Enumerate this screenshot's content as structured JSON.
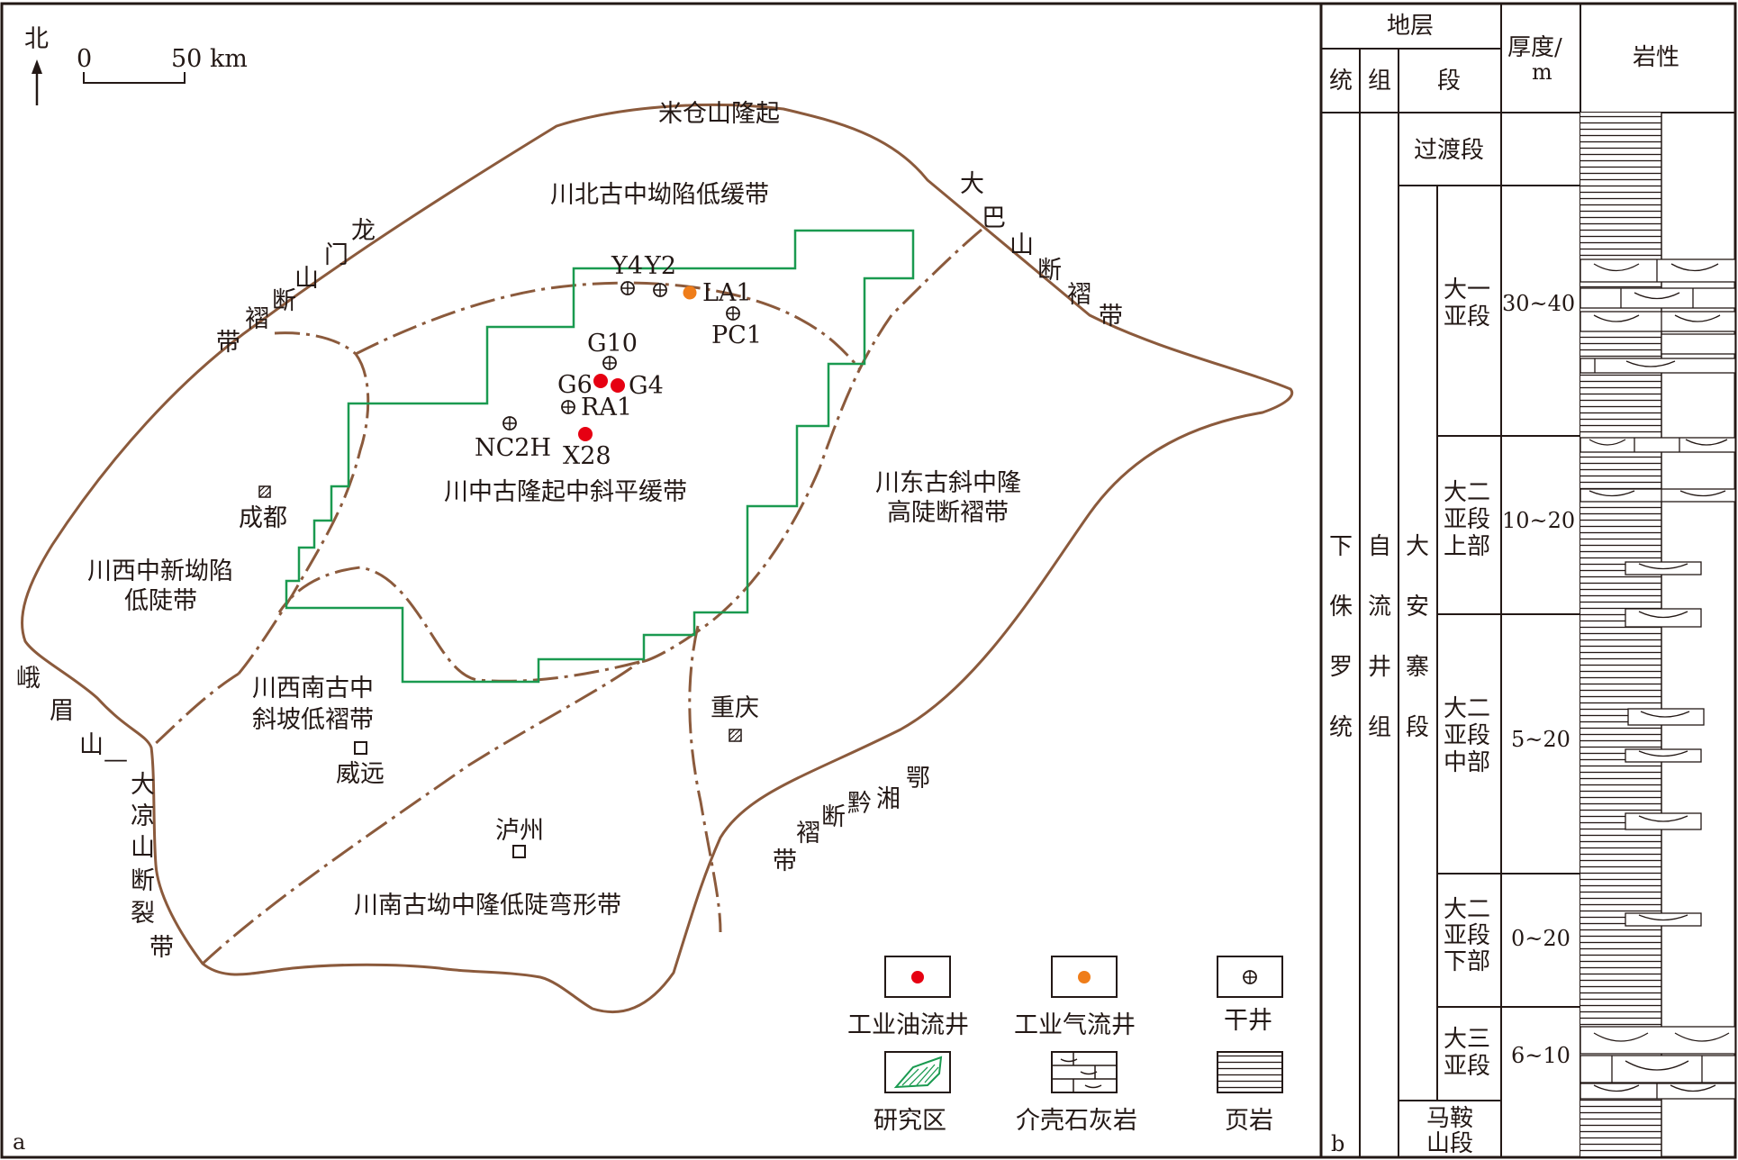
{
  "map": {
    "panel_letter": "a",
    "north_label": "北",
    "scale": {
      "zero": "0",
      "max": "50 km"
    },
    "regions": {
      "micangshan": "米仓山隆起",
      "chuanbei": "川北古中坳陷低缓带",
      "chuanzhong": "川中古隆起中斜平缓带",
      "chuandong_1": "川东古斜中隆",
      "chuandong_2": "高陡断褶带",
      "chuanxi_1": "川西中新坳陷",
      "chuanxi_2": "低陡带",
      "chuanxinan_1": "川西南古中",
      "chuanxinan_2": "斜坡低褶带",
      "chuannan": "川南古坳中隆低陡弯形带"
    },
    "belts": {
      "longmenshan": [
        "龙",
        "门",
        "山",
        "断",
        "褶",
        "带"
      ],
      "dabashan": [
        "大",
        "巴",
        "山",
        "断",
        "褶",
        "带"
      ],
      "emeishan": [
        "峨",
        "眉",
        "山",
        "—",
        "大",
        "凉",
        "山",
        "断",
        "裂",
        "带"
      ],
      "exiangqian": [
        "鄂",
        "湘",
        "黔",
        "断",
        "褶",
        "带"
      ]
    },
    "cities": {
      "chengdu": "成都",
      "chongqing": "重庆",
      "weiyuan": "威远",
      "luzhou": "泸州"
    },
    "wells": [
      {
        "name": "Y4",
        "type": "dry"
      },
      {
        "name": "Y2",
        "type": "dry"
      },
      {
        "name": "LA1",
        "type": "gas"
      },
      {
        "name": "PC1",
        "type": "dry"
      },
      {
        "name": "G10",
        "type": "dry"
      },
      {
        "name": "G6",
        "type": "oil"
      },
      {
        "name": "G4",
        "type": "oil"
      },
      {
        "name": "RA1",
        "type": "dry"
      },
      {
        "name": "NC2H",
        "type": "dry"
      },
      {
        "name": "X28",
        "type": "oil"
      }
    ],
    "legend": {
      "oil_well": "工业油流井",
      "gas_well": "工业气流井",
      "dry_well": "干井",
      "study_area": "研究区",
      "shell_limestone": "介壳石灰岩",
      "shale": "页岩"
    },
    "colors": {
      "boundary": "#8b5a3c",
      "study_area": "#1a9a50",
      "oil_well": "#e60012",
      "gas_well": "#ef7d1a",
      "text": "#231815"
    }
  },
  "column": {
    "panel_letter": "b",
    "headers": {
      "strata": "地层",
      "system": "统",
      "formation": "组",
      "member": "段",
      "thickness_line1": "厚度/",
      "thickness_line2": "m",
      "lithology": "岩性"
    },
    "system_name": [
      "下",
      "侏",
      "罗",
      "统"
    ],
    "formation_name": [
      "自",
      "流",
      "井",
      "组"
    ],
    "member_name": [
      "大",
      "安",
      "寨",
      "段"
    ],
    "transition": "过渡段",
    "bottom_member": [
      "马鞍",
      "山段"
    ],
    "submembers": [
      {
        "label": [
          "大一",
          "亚段"
        ],
        "thickness": "30~40"
      },
      {
        "label": [
          "大二",
          "亚段",
          "上部"
        ],
        "thickness": "10~20"
      },
      {
        "label": [
          "大二",
          "亚段",
          "中部"
        ],
        "thickness": "5~20"
      },
      {
        "label": [
          "大二",
          "亚段",
          "下部"
        ],
        "thickness": "0~20"
      },
      {
        "label": [
          "大三",
          "亚段"
        ],
        "thickness": "6~10"
      }
    ]
  }
}
